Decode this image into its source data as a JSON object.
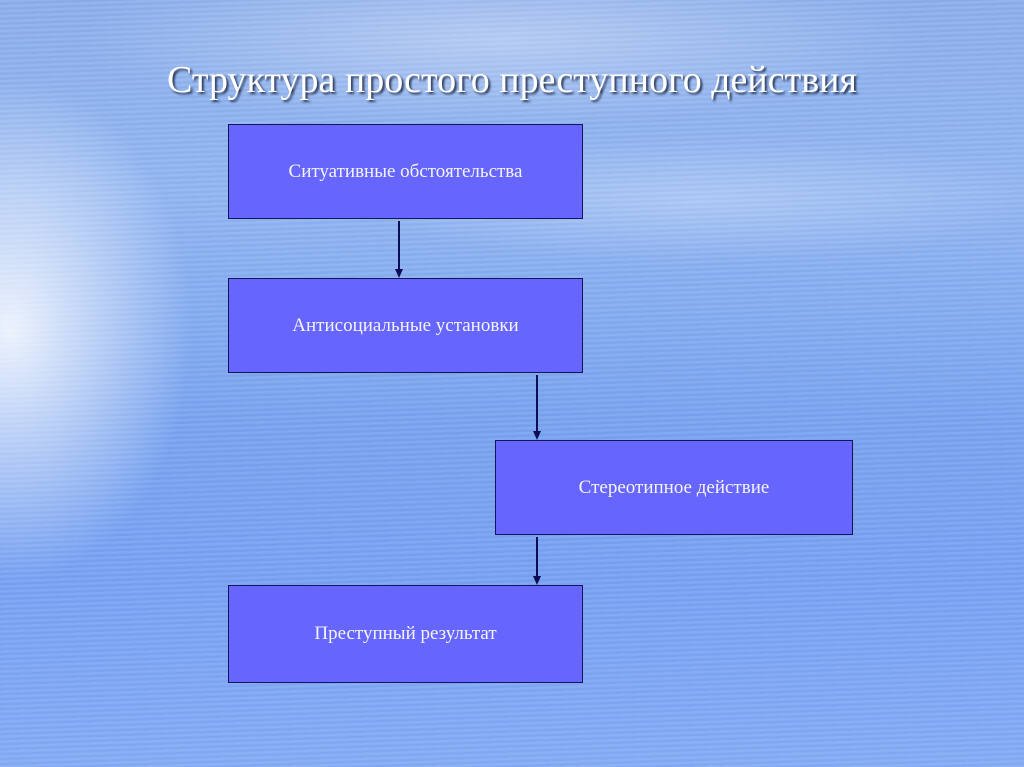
{
  "slide": {
    "title": "Структура простого преступного действия",
    "colors": {
      "box_fill": "#6666ff",
      "box_border": "#14145a",
      "arrow": "#0d0d55",
      "text": "#ffffff"
    }
  },
  "diagram": {
    "nodes": [
      {
        "id": "n1",
        "label": "Ситуативные обстоятельства"
      },
      {
        "id": "n2",
        "label": "Антисоциальные установки"
      },
      {
        "id": "n3",
        "label": "Стереотипное действие"
      },
      {
        "id": "n4",
        "label": "Преступный результат"
      }
    ],
    "edges": [
      {
        "from": "n1",
        "to": "n2"
      },
      {
        "from": "n2",
        "to": "n3"
      },
      {
        "from": "n3",
        "to": "n4"
      }
    ]
  }
}
